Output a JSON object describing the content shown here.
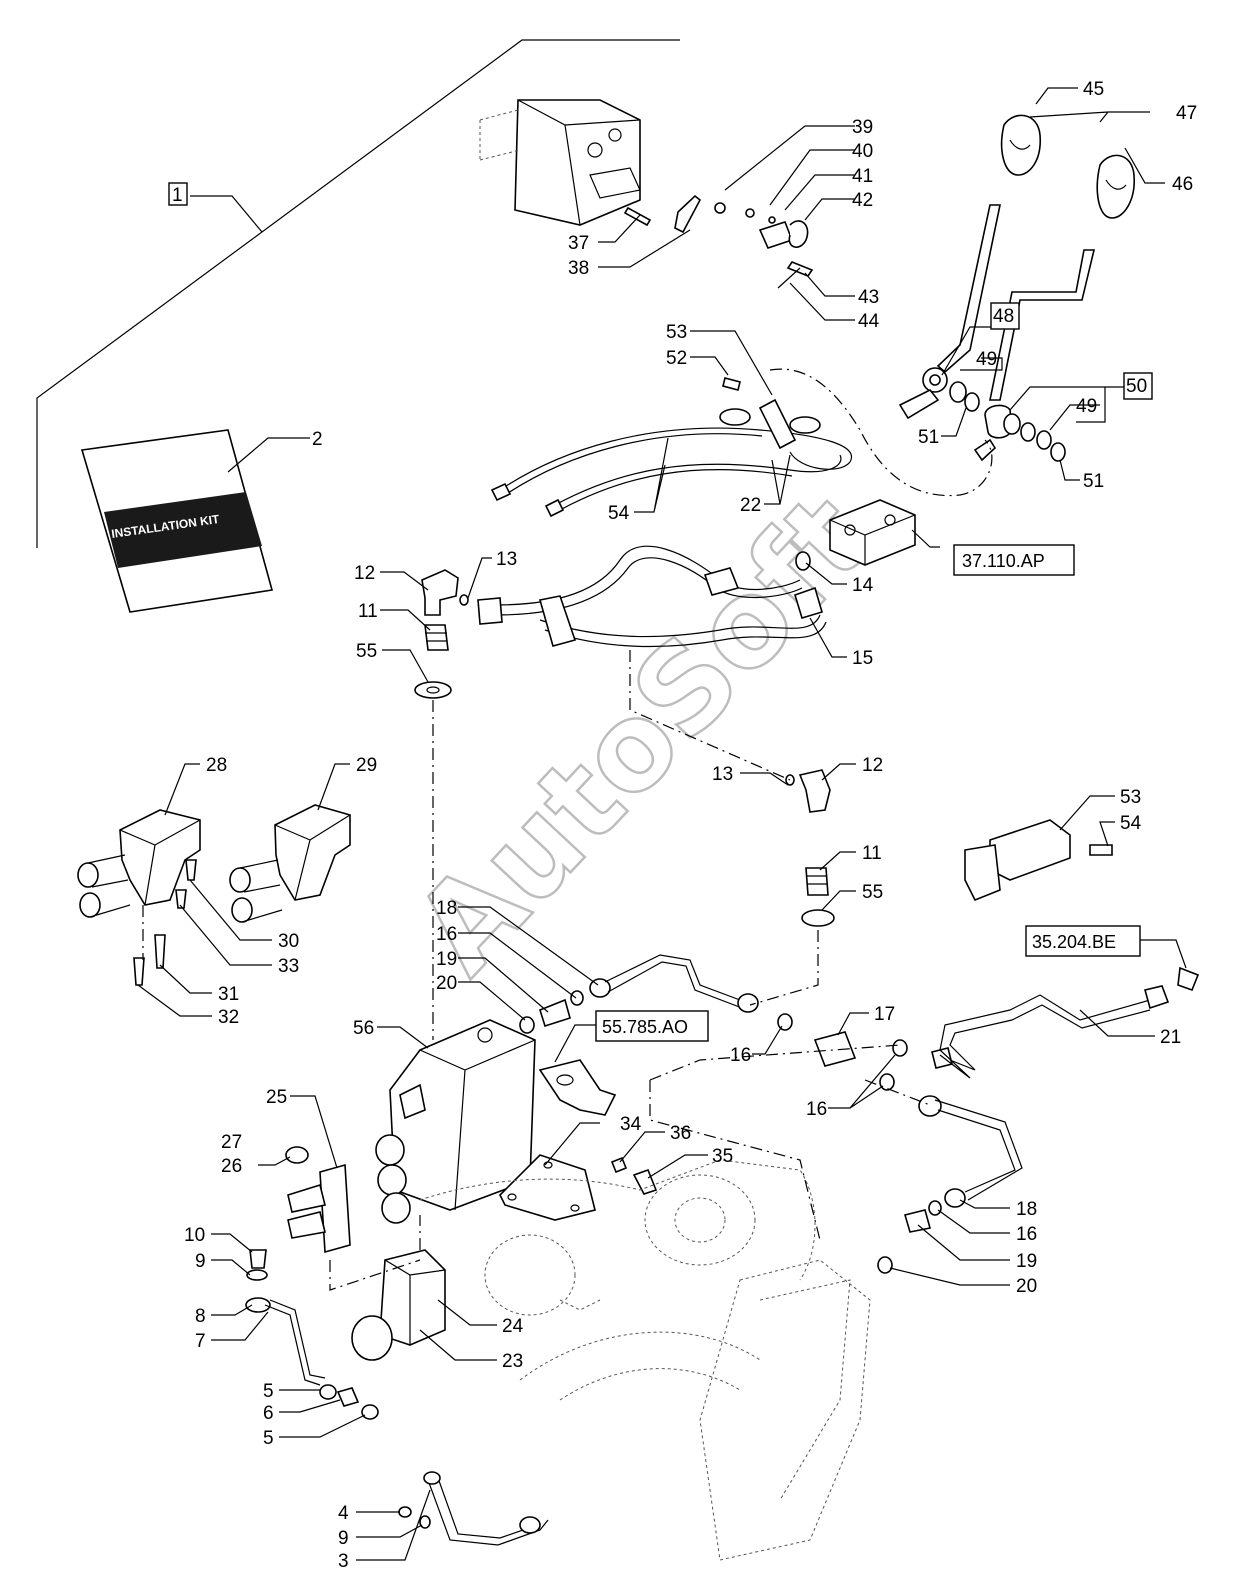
{
  "labels": [
    "1",
    "2",
    "3",
    "4",
    "5",
    "5",
    "6",
    "7",
    "8",
    "9",
    "9",
    "10",
    "11",
    "11",
    "12",
    "12",
    "13",
    "13",
    "14",
    "15",
    "16",
    "16",
    "16",
    "16",
    "17",
    "18",
    "18",
    "19",
    "19",
    "20",
    "20",
    "21",
    "22",
    "23",
    "24",
    "25",
    "26",
    "27",
    "28",
    "29",
    "30",
    "31",
    "32",
    "33",
    "34",
    "35",
    "36",
    "37",
    "38",
    "39",
    "40",
    "41",
    "42",
    "43",
    "44",
    "45",
    "46",
    "47",
    "48",
    "49",
    "49",
    "50",
    "51",
    "51",
    "52",
    "53",
    "53",
    "54",
    "54",
    "55",
    "55",
    "56"
  ],
  "references": [
    "37.110.AP",
    "55.785.AO",
    "35.204.BE"
  ],
  "manual_cover_text": "INSTALLATION KIT",
  "watermark": "AutoSoft"
}
